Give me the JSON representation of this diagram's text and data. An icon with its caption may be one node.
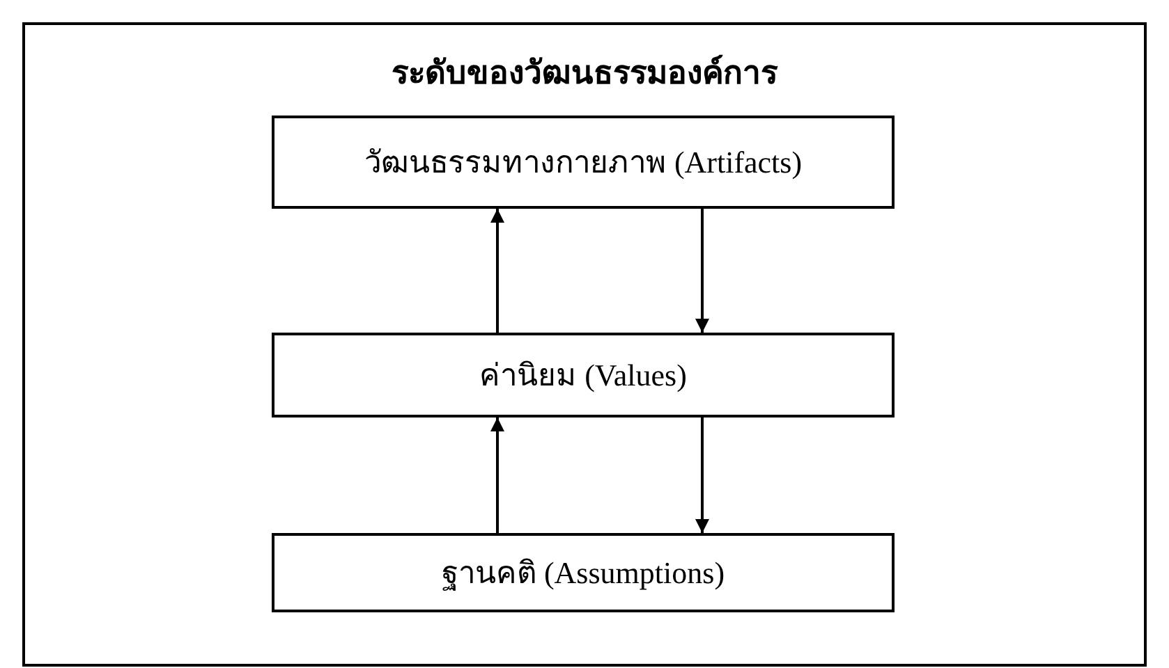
{
  "diagram": {
    "title": "ระดับของวัฒนธรรมองค์การ",
    "nodes": [
      {
        "text": [
          "วัฒนธรรมทางกายภาพ (Artifacts)"
        ]
      },
      {
        "text": [
          "ค่านิยม (Values)"
        ]
      },
      {
        "text": [
          "ฐานคติ (Assumptions)"
        ]
      }
    ],
    "edges": [
      {
        "from": 1,
        "to": 0,
        "arrow": "to"
      },
      {
        "from": 0,
        "to": 1,
        "arrow": "to"
      },
      {
        "from": 2,
        "to": 1,
        "arrow": "to"
      },
      {
        "from": 1,
        "to": 2,
        "arrow": "to"
      }
    ]
  }
}
